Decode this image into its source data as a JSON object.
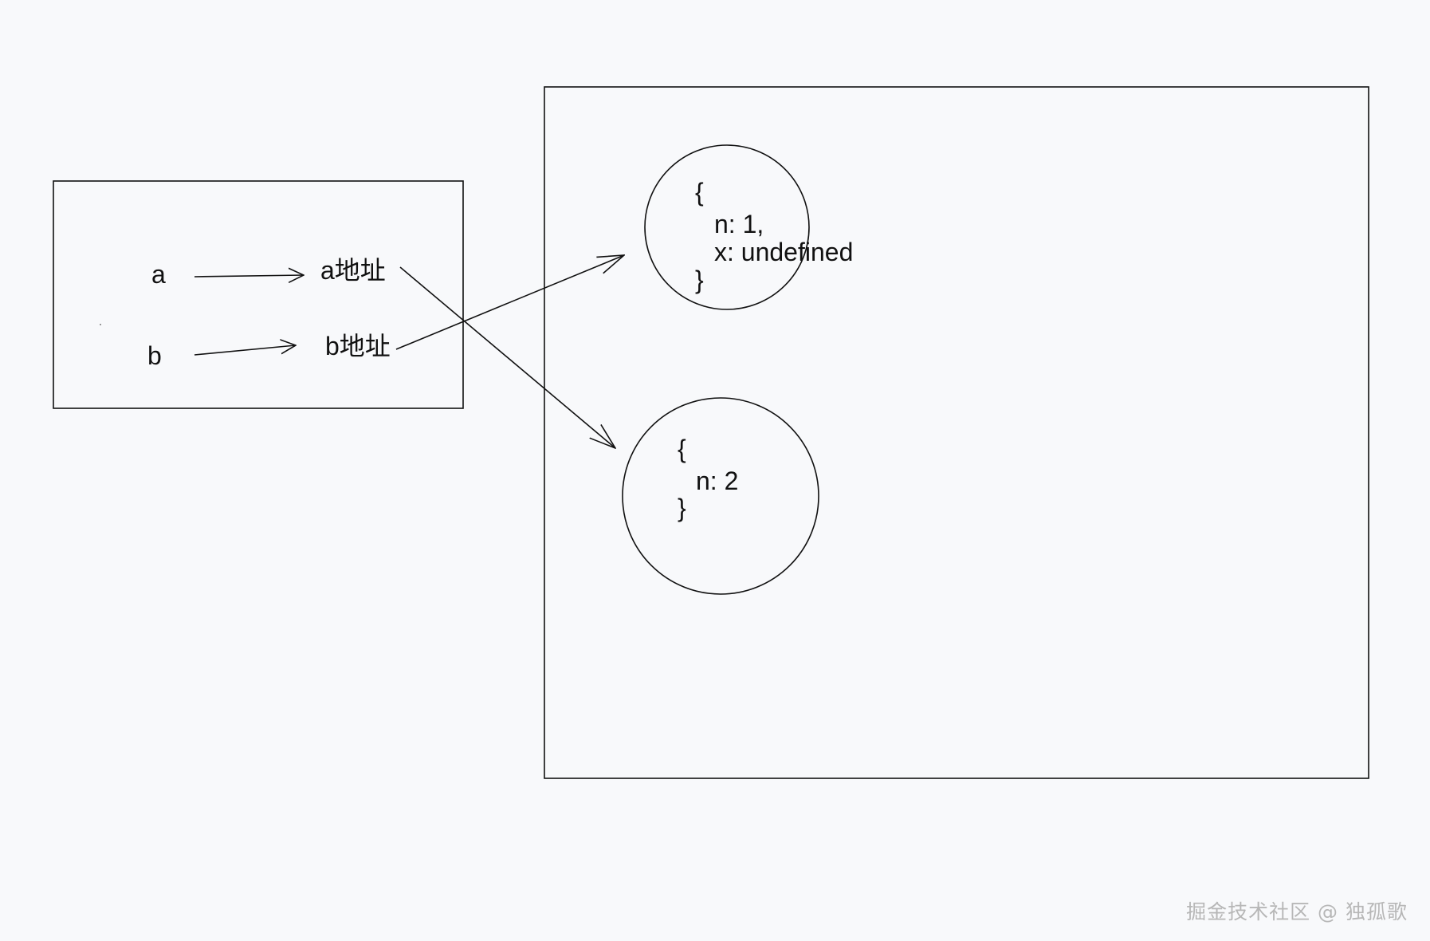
{
  "stack": {
    "var_a": "a",
    "var_b": "b",
    "addr_a": "a地址",
    "addr_b": "b地址"
  },
  "heap": {
    "object_1": {
      "open": "{",
      "line1": "n: 1,",
      "line2": "x: undefined",
      "close": "}"
    },
    "object_2": {
      "open": "{",
      "line1": "n: 2",
      "close": "}"
    }
  },
  "watermark": "掘金技术社区 @ 独孤歌",
  "colors": {
    "background": "#f8f9fb",
    "stroke": "#111111",
    "watermark": "#b7b7b7"
  }
}
